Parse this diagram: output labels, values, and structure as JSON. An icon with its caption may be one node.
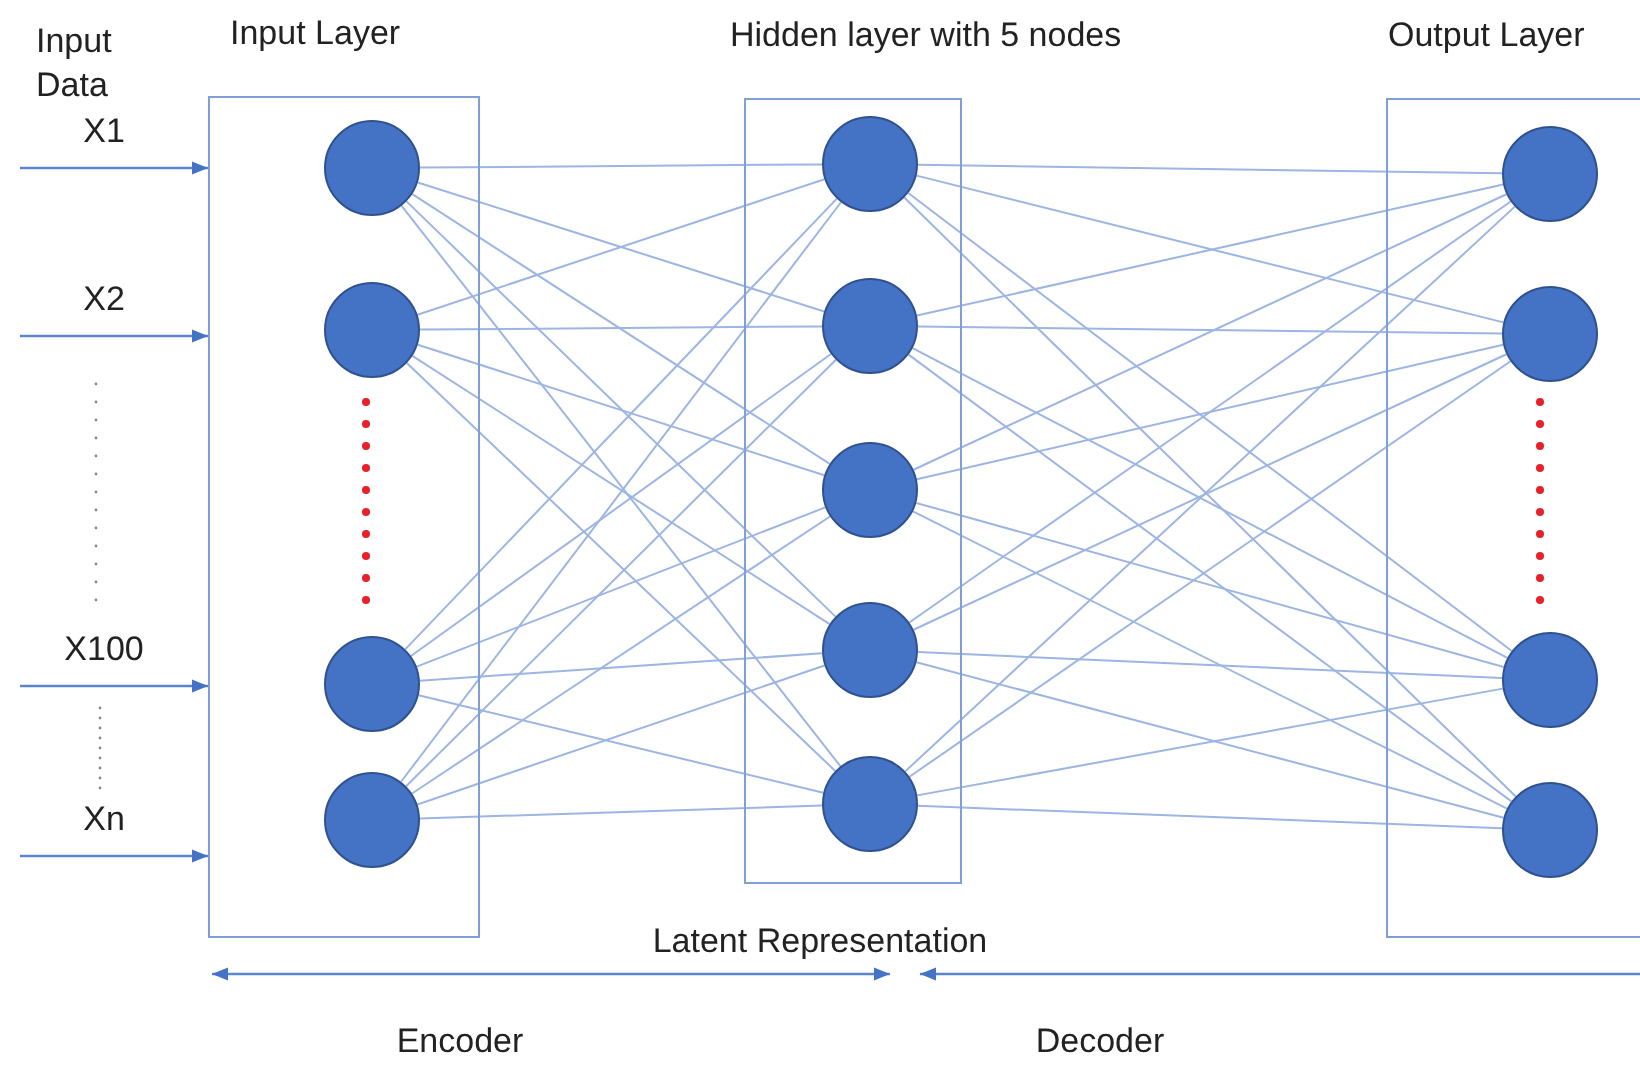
{
  "diagram": {
    "nodes": [
      {
        "text": [
          "Input Layer"
        ]
      },
      {
        "text": [],
        "shape": "circle",
        "in": 0
      },
      {
        "text": [],
        "shape": "circle",
        "in": 0
      },
      {
        "text": [],
        "shape": "circle",
        "in": 0
      },
      {
        "text": [],
        "shape": "circle",
        "in": 0
      },
      {
        "text": [
          "Hidden layer with 5 nodes"
        ]
      },
      {
        "text": [],
        "shape": "circle",
        "in": 5
      },
      {
        "text": [],
        "shape": "circle",
        "in": 5
      },
      {
        "text": [],
        "shape": "circle",
        "in": 5
      },
      {
        "text": [],
        "shape": "circle",
        "in": 5
      },
      {
        "text": [],
        "shape": "circle",
        "in": 5
      },
      {
        "text": [
          "Output Layer"
        ]
      },
      {
        "text": [],
        "shape": "circle",
        "in": 11
      },
      {
        "text": [],
        "shape": "circle",
        "in": 11
      },
      {
        "text": [],
        "shape": "circle",
        "in": 11
      },
      {
        "text": [],
        "shape": "circle",
        "in": 11
      }
    ],
    "edges": [
      {
        "from": null,
        "to": 0,
        "arrow": "to",
        "label": "X1"
      },
      {
        "from": null,
        "to": 0,
        "arrow": "to",
        "label": "X2"
      },
      {
        "from": null,
        "to": 0,
        "arrow": "to",
        "label": "X100"
      },
      {
        "from": null,
        "to": 0,
        "arrow": "to",
        "label": "Xn"
      },
      {
        "from": 1,
        "to": 6,
        "arrow": "none"
      },
      {
        "from": 1,
        "to": 7,
        "arrow": "none"
      },
      {
        "from": 1,
        "to": 8,
        "arrow": "none"
      },
      {
        "from": 1,
        "to": 9,
        "arrow": "none"
      },
      {
        "from": 1,
        "to": 10,
        "arrow": "none"
      },
      {
        "from": 2,
        "to": 6,
        "arrow": "none"
      },
      {
        "from": 2,
        "to": 7,
        "arrow": "none"
      },
      {
        "from": 2,
        "to": 8,
        "arrow": "none"
      },
      {
        "from": 2,
        "to": 9,
        "arrow": "none"
      },
      {
        "from": 2,
        "to": 10,
        "arrow": "none"
      },
      {
        "from": 3,
        "to": 6,
        "arrow": "none"
      },
      {
        "from": 3,
        "to": 7,
        "arrow": "none"
      },
      {
        "from": 3,
        "to": 8,
        "arrow": "none"
      },
      {
        "from": 3,
        "to": 9,
        "arrow": "none"
      },
      {
        "from": 3,
        "to": 10,
        "arrow": "none"
      },
      {
        "from": 4,
        "to": 6,
        "arrow": "none"
      },
      {
        "from": 4,
        "to": 7,
        "arrow": "none"
      },
      {
        "from": 4,
        "to": 8,
        "arrow": "none"
      },
      {
        "from": 4,
        "to": 9,
        "arrow": "none"
      },
      {
        "from": 4,
        "to": 10,
        "arrow": "none"
      },
      {
        "from": 6,
        "to": 12,
        "arrow": "none"
      },
      {
        "from": 6,
        "to": 13,
        "arrow": "none"
      },
      {
        "from": 6,
        "to": 14,
        "arrow": "none"
      },
      {
        "from": 6,
        "to": 15,
        "arrow": "none"
      },
      {
        "from": 7,
        "to": 12,
        "arrow": "none"
      },
      {
        "from": 7,
        "to": 13,
        "arrow": "none"
      },
      {
        "from": 7,
        "to": 14,
        "arrow": "none"
      },
      {
        "from": 7,
        "to": 15,
        "arrow": "none"
      },
      {
        "from": 8,
        "to": 12,
        "arrow": "none"
      },
      {
        "from": 8,
        "to": 13,
        "arrow": "none"
      },
      {
        "from": 8,
        "to": 14,
        "arrow": "none"
      },
      {
        "from": 8,
        "to": 15,
        "arrow": "none"
      },
      {
        "from": 9,
        "to": 12,
        "arrow": "none"
      },
      {
        "from": 9,
        "to": 13,
        "arrow": "none"
      },
      {
        "from": 9,
        "to": 14,
        "arrow": "none"
      },
      {
        "from": 9,
        "to": 15,
        "arrow": "none"
      },
      {
        "from": 10,
        "to": 12,
        "arrow": "none"
      },
      {
        "from": 10,
        "to": 13,
        "arrow": "none"
      },
      {
        "from": 10,
        "to": 14,
        "arrow": "none"
      },
      {
        "from": 10,
        "to": 15,
        "arrow": "none"
      }
    ],
    "labels": [
      "Input Data",
      "Latent Representation",
      "Encoder",
      "Decoder"
    ]
  }
}
